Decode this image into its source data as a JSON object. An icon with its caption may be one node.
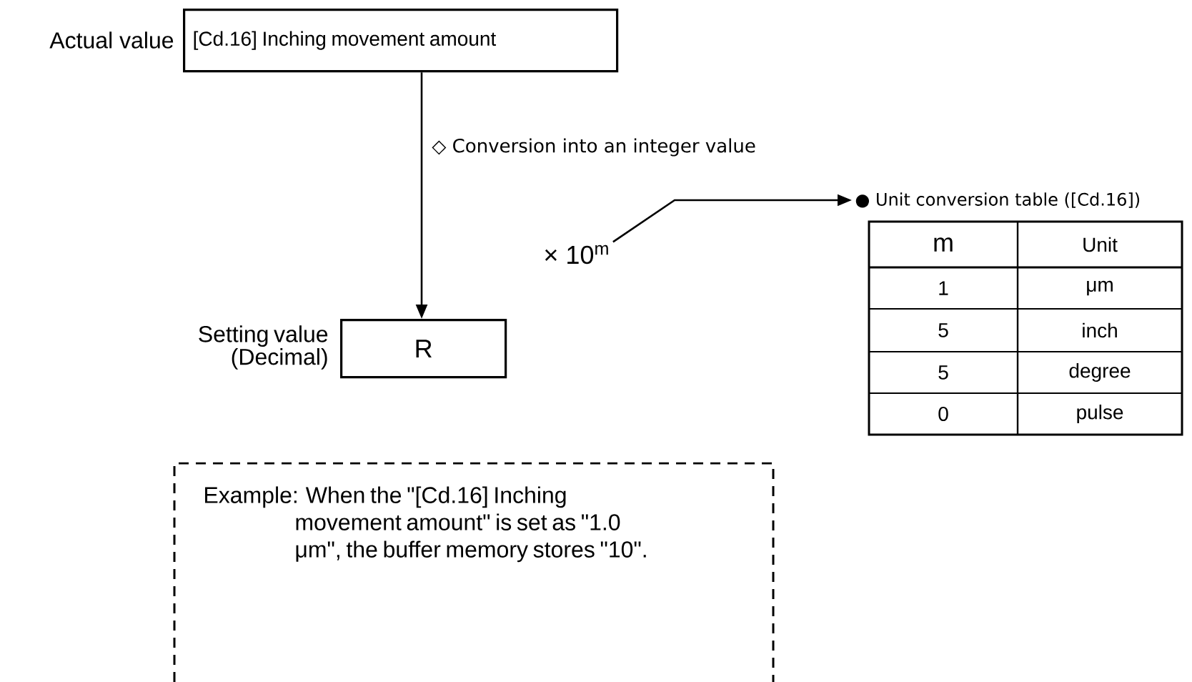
{
  "diagram": {
    "nodes": [
      {
        "text": [
          "[Cd.16] Inching movement amount"
        ],
        "beside": [
          "Actual value"
        ]
      },
      {
        "text": [
          "R"
        ],
        "beside": [
          "Setting value (Decimal)"
        ]
      },
      {
        "text": [
          "× 10$^{m}$"
        ]
      },
      {
        "text": [
          "● Unit conversion table ([Cd.16])"
        ]
      },
      {
        "text": [
          "Example: When the \"[Cd.16] Inching movement amount\" is set as \"1.0 μm\", the buffer memory stores \"10\"."
        ]
      }
    ],
    "edges": [
      {
        "from": 0,
        "to": 1,
        "arrow": "to",
        "label": "◇ Conversion into an integer value"
      },
      {
        "from": 2,
        "to": 3,
        "arrow": "to"
      }
    ],
    "labels": [
      "m",
      "Unit",
      "1",
      "μm",
      "5",
      "inch",
      "5",
      "degree",
      "0",
      "pulse"
    ]
  }
}
